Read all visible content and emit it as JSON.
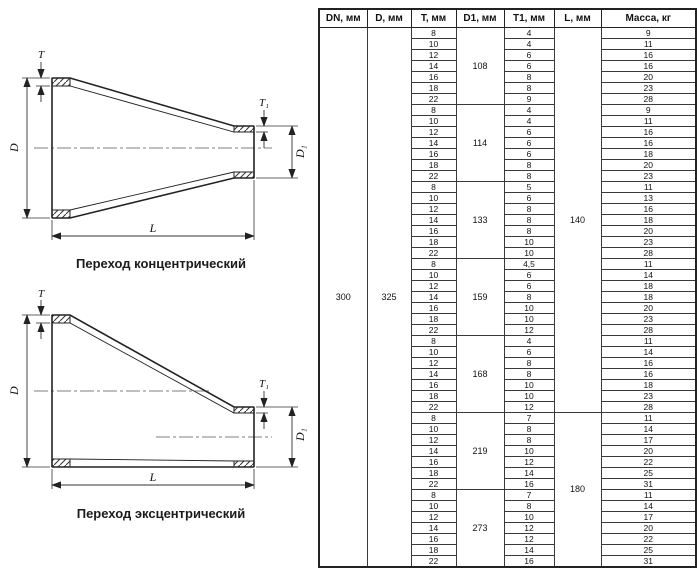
{
  "drawings": {
    "labels": {
      "T": "T",
      "T1": "T₁",
      "D": "D",
      "D1": "D₁",
      "L": "L"
    },
    "captions": {
      "concentric": "Переход концентрический",
      "eccentric": "Переход эксцентрический"
    }
  },
  "table": {
    "headers": [
      "DN, мм",
      "D, мм",
      "T, мм",
      "D1, мм",
      "T1, мм",
      "L, мм",
      "Масса, кг"
    ],
    "dn": "300",
    "d": "325",
    "l_spans": [
      {
        "value": "140",
        "groups": [
          0,
          1,
          2,
          3,
          4
        ]
      },
      {
        "value": "180",
        "groups": [
          5,
          6
        ]
      }
    ],
    "groups": [
      {
        "d1": "108",
        "rows": [
          {
            "t": "8",
            "t1": "4",
            "mass": "9"
          },
          {
            "t": "10",
            "t1": "4",
            "mass": "11"
          },
          {
            "t": "12",
            "t1": "6",
            "mass": "16"
          },
          {
            "t": "14",
            "t1": "6",
            "mass": "16"
          },
          {
            "t": "16",
            "t1": "8",
            "mass": "20"
          },
          {
            "t": "18",
            "t1": "8",
            "mass": "23"
          },
          {
            "t": "22",
            "t1": "9",
            "mass": "28"
          }
        ]
      },
      {
        "d1": "114",
        "rows": [
          {
            "t": "8",
            "t1": "4",
            "mass": "9"
          },
          {
            "t": "10",
            "t1": "4",
            "mass": "11"
          },
          {
            "t": "12",
            "t1": "6",
            "mass": "16"
          },
          {
            "t": "14",
            "t1": "6",
            "mass": "16"
          },
          {
            "t": "16",
            "t1": "6",
            "mass": "18"
          },
          {
            "t": "18",
            "t1": "8",
            "mass": "20"
          },
          {
            "t": "22",
            "t1": "8",
            "mass": "23"
          }
        ]
      },
      {
        "d1": "133",
        "rows": [
          {
            "t": "8",
            "t1": "5",
            "mass": "11"
          },
          {
            "t": "10",
            "t1": "6",
            "mass": "13"
          },
          {
            "t": "12",
            "t1": "8",
            "mass": "16"
          },
          {
            "t": "14",
            "t1": "8",
            "mass": "18"
          },
          {
            "t": "16",
            "t1": "8",
            "mass": "20"
          },
          {
            "t": "18",
            "t1": "10",
            "mass": "23"
          },
          {
            "t": "22",
            "t1": "10",
            "mass": "28"
          }
        ]
      },
      {
        "d1": "159",
        "rows": [
          {
            "t": "8",
            "t1": "4,5",
            "mass": "11"
          },
          {
            "t": "10",
            "t1": "6",
            "mass": "14"
          },
          {
            "t": "12",
            "t1": "6",
            "mass": "18"
          },
          {
            "t": "14",
            "t1": "8",
            "mass": "18"
          },
          {
            "t": "16",
            "t1": "10",
            "mass": "20"
          },
          {
            "t": "18",
            "t1": "10",
            "mass": "23"
          },
          {
            "t": "22",
            "t1": "12",
            "mass": "28"
          }
        ]
      },
      {
        "d1": "168",
        "rows": [
          {
            "t": "8",
            "t1": "4",
            "mass": "11"
          },
          {
            "t": "10",
            "t1": "6",
            "mass": "14"
          },
          {
            "t": "12",
            "t1": "8",
            "mass": "16"
          },
          {
            "t": "14",
            "t1": "8",
            "mass": "16"
          },
          {
            "t": "16",
            "t1": "10",
            "mass": "18"
          },
          {
            "t": "18",
            "t1": "10",
            "mass": "23"
          },
          {
            "t": "22",
            "t1": "12",
            "mass": "28"
          }
        ]
      },
      {
        "d1": "219",
        "rows": [
          {
            "t": "8",
            "t1": "7",
            "mass": "11"
          },
          {
            "t": "10",
            "t1": "8",
            "mass": "14"
          },
          {
            "t": "12",
            "t1": "8",
            "mass": "17"
          },
          {
            "t": "14",
            "t1": "10",
            "mass": "20"
          },
          {
            "t": "16",
            "t1": "12",
            "mass": "22"
          },
          {
            "t": "18",
            "t1": "14",
            "mass": "25"
          },
          {
            "t": "22",
            "t1": "16",
            "mass": "31"
          }
        ]
      },
      {
        "d1": "273",
        "rows": [
          {
            "t": "8",
            "t1": "7",
            "mass": "11"
          },
          {
            "t": "10",
            "t1": "8",
            "mass": "14"
          },
          {
            "t": "12",
            "t1": "10",
            "mass": "17"
          },
          {
            "t": "14",
            "t1": "12",
            "mass": "20"
          },
          {
            "t": "16",
            "t1": "12",
            "mass": "22"
          },
          {
            "t": "18",
            "t1": "14",
            "mass": "25"
          },
          {
            "t": "22",
            "t1": "16",
            "mass": "31"
          }
        ]
      }
    ]
  }
}
